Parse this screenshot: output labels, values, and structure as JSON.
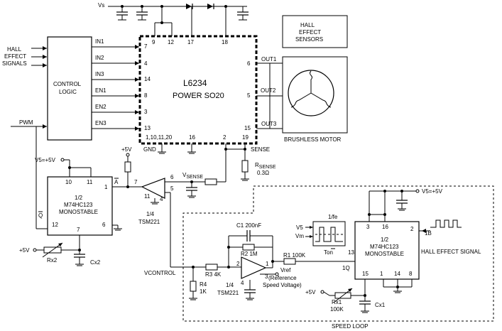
{
  "supply": {
    "vs": "Vs",
    "plus5v_a": "V5=+5V",
    "plus5v_b": "+5V",
    "plus5v_c": "+5V",
    "plus5v_d": "V5=+5V",
    "plus5v_e": "+5V"
  },
  "inputs": {
    "hall_line1": "HALL",
    "hall_line2": "EFFECT",
    "hall_line3": "SIGNALS",
    "pwm": "PWM"
  },
  "control_logic": {
    "line1": "CONTROL",
    "line2": "LOGIC",
    "outputs": [
      "IN1",
      "IN2",
      "IN3",
      "EN1",
      "EN2",
      "EN3"
    ]
  },
  "driver": {
    "name": "L6234",
    "package": "POWER SO20",
    "in_pins": [
      "7",
      "4",
      "14",
      "8",
      "3",
      "13"
    ],
    "top_pins": [
      "9",
      "12",
      "17",
      "18"
    ],
    "out_pins": [
      "6",
      "5",
      "15"
    ],
    "out_labels": [
      "OUT1",
      "OUT2",
      "OUT3"
    ],
    "bottom_pins": [
      "1,10,11,20",
      "16",
      "2",
      "19"
    ],
    "gnd": "GND",
    "sense": "SENSE"
  },
  "hall_sensors": {
    "line1": "HALL",
    "line2": "EFFECT",
    "line3": "SENSORS"
  },
  "motor": {
    "label": "BRUSHLESS MOTOR"
  },
  "rsense": {
    "name": "RSENSE",
    "name_main": "R",
    "name_sub": "SENSE",
    "value": "0.3Ω"
  },
  "vsense": {
    "main": "V",
    "sub": "SENSE"
  },
  "mono_left": {
    "line1": "1/2",
    "line2": "M74HC123",
    "line3": "MONOSTABLE",
    "pins": [
      "10",
      "11",
      "1",
      "12",
      "7",
      "6"
    ],
    "a_bar": "A",
    "q_bar": "Q"
  },
  "comp_left": {
    "pins": [
      "7",
      "6",
      "5",
      "11",
      "4"
    ],
    "line1": "1/4",
    "line2": "TSM221"
  },
  "rx2": "Rx2",
  "cx2": "Cx2",
  "speed_loop": {
    "label": "SPEED LOOP",
    "c1": "C1 200nF",
    "r2": "R2 1M",
    "r1": "R1 100K",
    "r3": "R3 4K",
    "r4_name": "R4",
    "r4_value": "1K",
    "opamp_pins": [
      "2",
      "1",
      "3",
      "4"
    ],
    "opamp_line1": "1/4",
    "opamp_line2": "TSM221",
    "vref": "Vref",
    "vref_note1": "(Reference",
    "vref_note2": "Speed Voltage)",
    "vcontrol": "VCONTROL",
    "v5": "V5",
    "vm": "Vm",
    "fe": "1/fe",
    "ton": "Ton"
  },
  "mono_right": {
    "line1": "1/2",
    "line2": "M74HC123",
    "line3": "MONOSTABLE",
    "pins": [
      "3",
      "16",
      "2",
      "13",
      "15",
      "1",
      "14",
      "8"
    ],
    "out_1b": "1B",
    "in_1q": "1Q",
    "hall_signal": "HALL EFFECT SIGNAL"
  },
  "rx1_name": "Rx1",
  "rx1_value": "100K",
  "cx1": "Cx1"
}
